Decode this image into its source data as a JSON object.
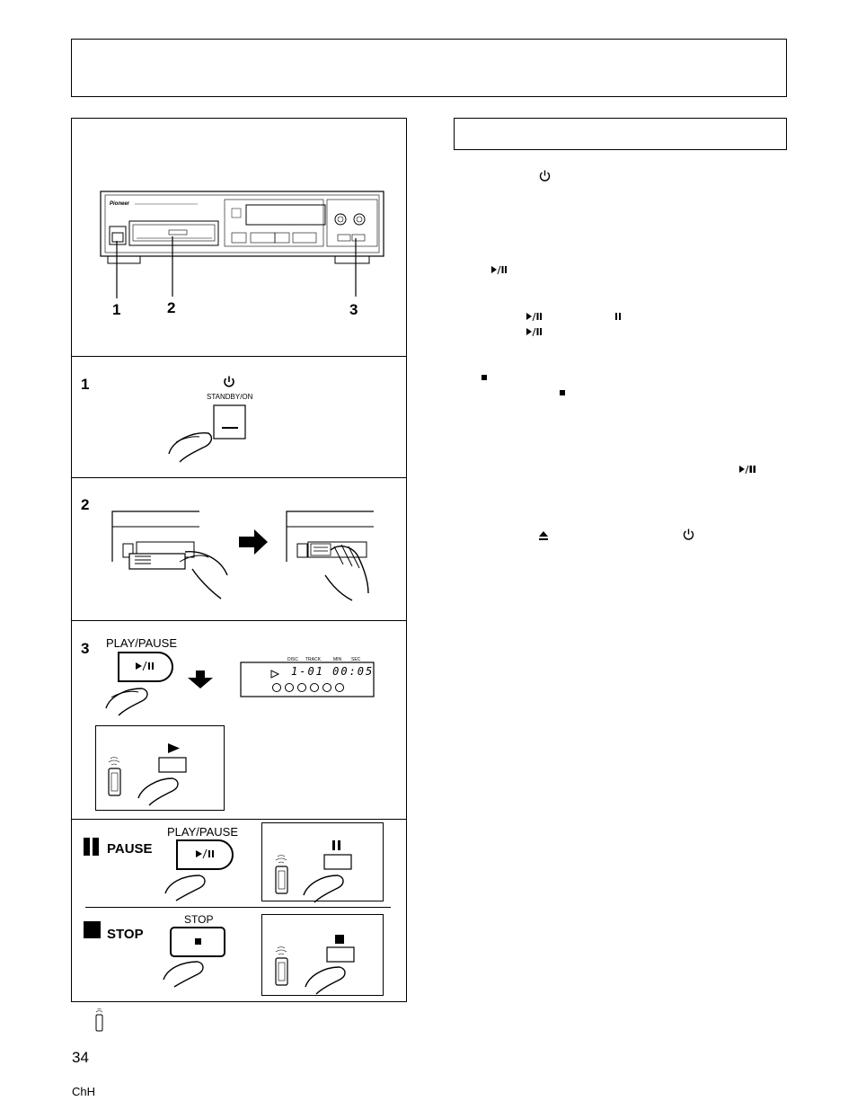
{
  "front_panel": {
    "callouts": [
      "1",
      "2",
      "3"
    ]
  },
  "step1": {
    "number": "1",
    "button_label": "STANDBY/ON",
    "icon": "power-icon"
  },
  "step2": {
    "number": "2"
  },
  "step3": {
    "number": "3",
    "button_label": "PLAY/PAUSE",
    "display": {
      "headers": [
        "DISC",
        "TRACK",
        "MIN",
        "SEC"
      ],
      "readout": "1-01 00:05"
    }
  },
  "pause": {
    "title": "PAUSE",
    "button_label": "PLAY/PAUSE"
  },
  "stop": {
    "title": "STOP",
    "button_label": "STOP"
  },
  "footer": {
    "page_number": "34",
    "language": "ChH"
  }
}
